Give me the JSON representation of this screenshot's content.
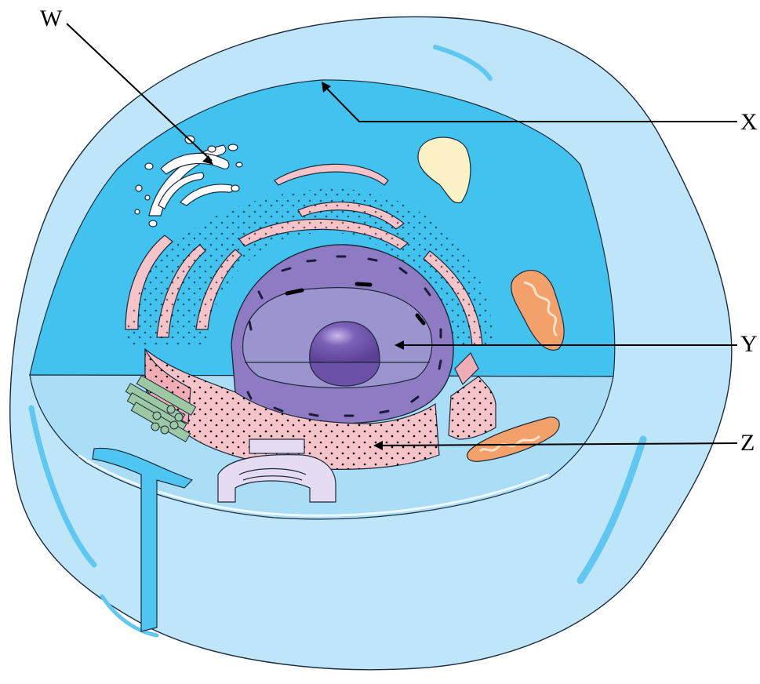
{
  "labels": {
    "w": "W",
    "x": "X",
    "y": "Y",
    "z": "Z"
  },
  "colors": {
    "outer_membrane": "#bfe6f8",
    "cytoplasm_deep": "#41c2ef",
    "cytoplasm_light": "#a9def6",
    "rough_er": "#f6c3c8",
    "nucleus": "#8f7bc4",
    "nucleoplasm": "#9b94cf",
    "nucleolus": "#6b52a8",
    "mitochondrion": "#f3a06a",
    "vacuole": "#fdf2c6",
    "centriole": "#9cc9a4",
    "line": "#000000"
  }
}
